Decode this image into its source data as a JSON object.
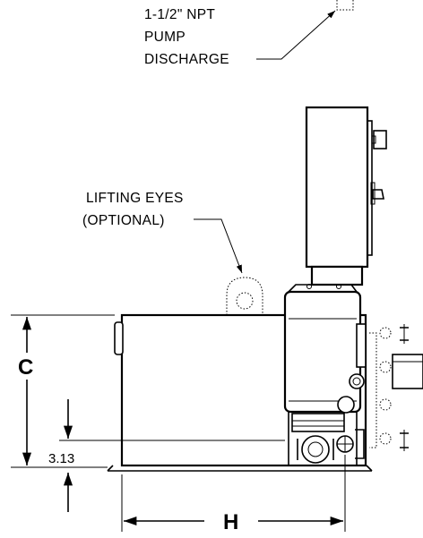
{
  "callouts": {
    "discharge": [
      "1-1/2\" NPT",
      "PUMP",
      "DISCHARGE"
    ],
    "lifting": [
      "LIFTING EYES",
      "(OPTIONAL)"
    ]
  },
  "dimensions": {
    "height_label": "C",
    "offset_label": "3.13",
    "width_label": "H"
  }
}
